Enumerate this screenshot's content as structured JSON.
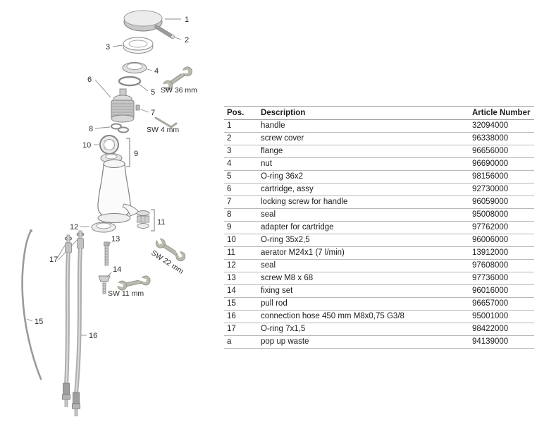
{
  "diagram": {
    "callouts": {
      "c1": "1",
      "c2": "2",
      "c3": "3",
      "c4": "4",
      "c5": "5",
      "c6": "6",
      "c7": "7",
      "c8": "8",
      "c9": "9",
      "c10": "10",
      "c11": "11",
      "c12": "12",
      "c13": "13",
      "c14": "14",
      "c15": "15",
      "c16": "16",
      "c17": "17"
    },
    "wrench_labels": {
      "sw36": "SW 36 mm",
      "sw4": "SW 4 mm",
      "sw22": "SW 22 mm",
      "sw11": "SW 11 mm"
    }
  },
  "table": {
    "headers": {
      "pos": "Pos.",
      "description": "Description",
      "article": "Article Number"
    },
    "rows": [
      {
        "pos": "1",
        "description": "handle",
        "article": "32094000"
      },
      {
        "pos": "2",
        "description": "screw cover",
        "article": "96338000"
      },
      {
        "pos": "3",
        "description": "flange",
        "article": "96656000"
      },
      {
        "pos": "4",
        "description": "nut",
        "article": "96690000"
      },
      {
        "pos": "5",
        "description": "O-ring 36x2",
        "article": "98156000"
      },
      {
        "pos": "6",
        "description": "cartridge, assy",
        "article": "92730000"
      },
      {
        "pos": "7",
        "description": "locking screw for handle",
        "article": "96059000"
      },
      {
        "pos": "8",
        "description": "seal",
        "article": "95008000"
      },
      {
        "pos": "9",
        "description": "adapter for cartridge",
        "article": "97762000"
      },
      {
        "pos": "10",
        "description": "O-ring 35x2,5",
        "article": "96006000"
      },
      {
        "pos": "11",
        "description": "aerator M24x1 (7 l/min)",
        "article": "13912000"
      },
      {
        "pos": "12",
        "description": "seal",
        "article": "97608000"
      },
      {
        "pos": "13",
        "description": "screw M8 x 68",
        "article": "97736000"
      },
      {
        "pos": "14",
        "description": "fixing set",
        "article": "96016000"
      },
      {
        "pos": "15",
        "description": "pull rod",
        "article": "96657000"
      },
      {
        "pos": "16",
        "description": "connection hose 450 mm  M8x0,75  G3/8",
        "article": "95001000"
      },
      {
        "pos": "17",
        "description": "O-ring 7x1,5",
        "article": "98422000"
      },
      {
        "pos": "a",
        "description": "pop up waste",
        "article": "94139000"
      }
    ]
  }
}
